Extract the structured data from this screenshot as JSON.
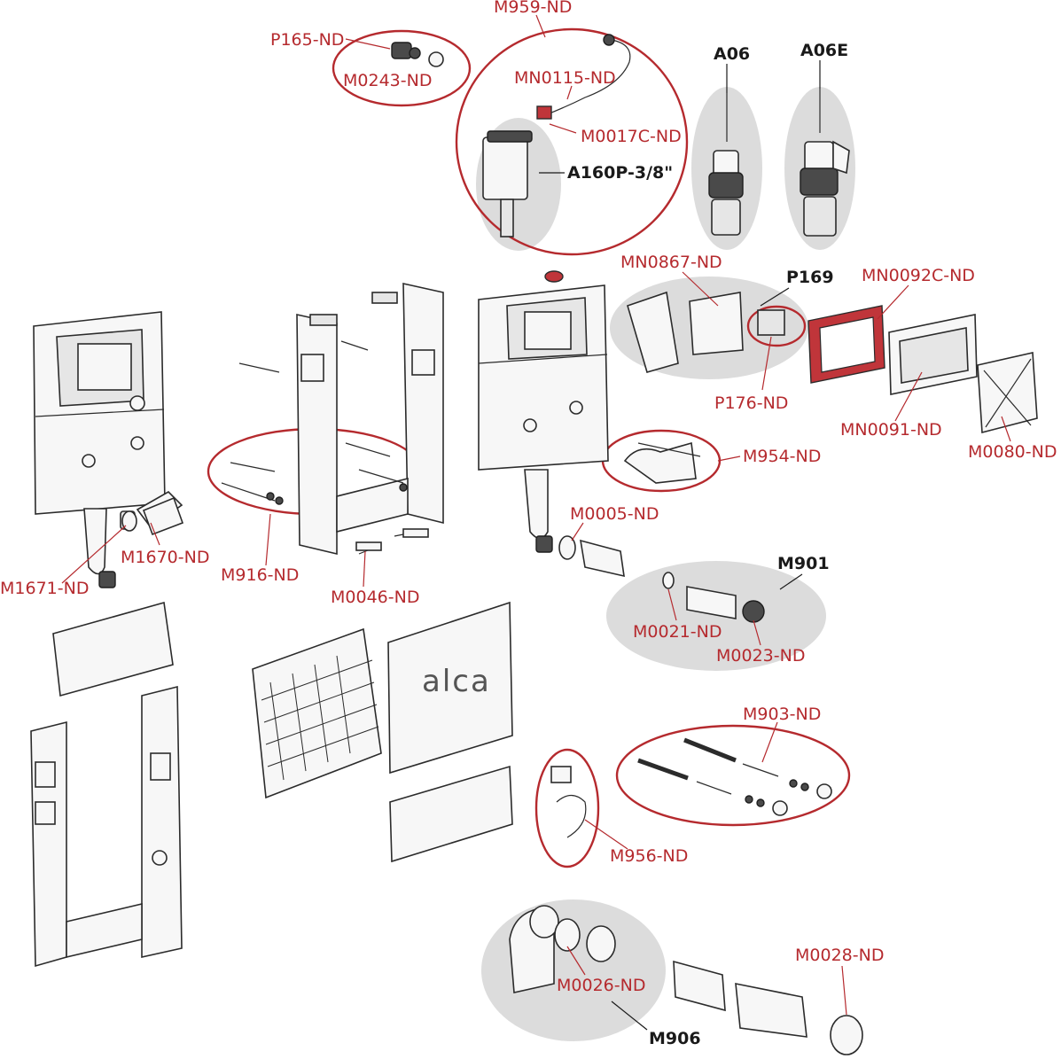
{
  "brand": "alca",
  "labels": {
    "p165": "P165-ND",
    "m0243": "M0243-ND",
    "m959": "M959-ND",
    "mn0115": "MN0115-ND",
    "m0017c": "M0017C-ND",
    "a160p": "A160P-3/8\"",
    "a06": "A06",
    "a06e": "A06E",
    "mn0867": "MN0867-ND",
    "p169": "P169",
    "mn0092c": "MN0092C-ND",
    "p176": "P176-ND",
    "mn0091": "MN0091-ND",
    "m0080": "M0080-ND",
    "m954": "M954-ND",
    "m0005": "M0005-ND",
    "m901": "M901",
    "m0021": "M0021-ND",
    "m0023": "M0023-ND",
    "m1670": "M1670-ND",
    "m1671": "M1671-ND",
    "m916": "M916-ND",
    "m0046": "M0046-ND",
    "m903": "M903-ND",
    "m956": "M956-ND",
    "m0028": "M0028-ND",
    "m0026": "M0026-ND",
    "m906": "M906"
  }
}
